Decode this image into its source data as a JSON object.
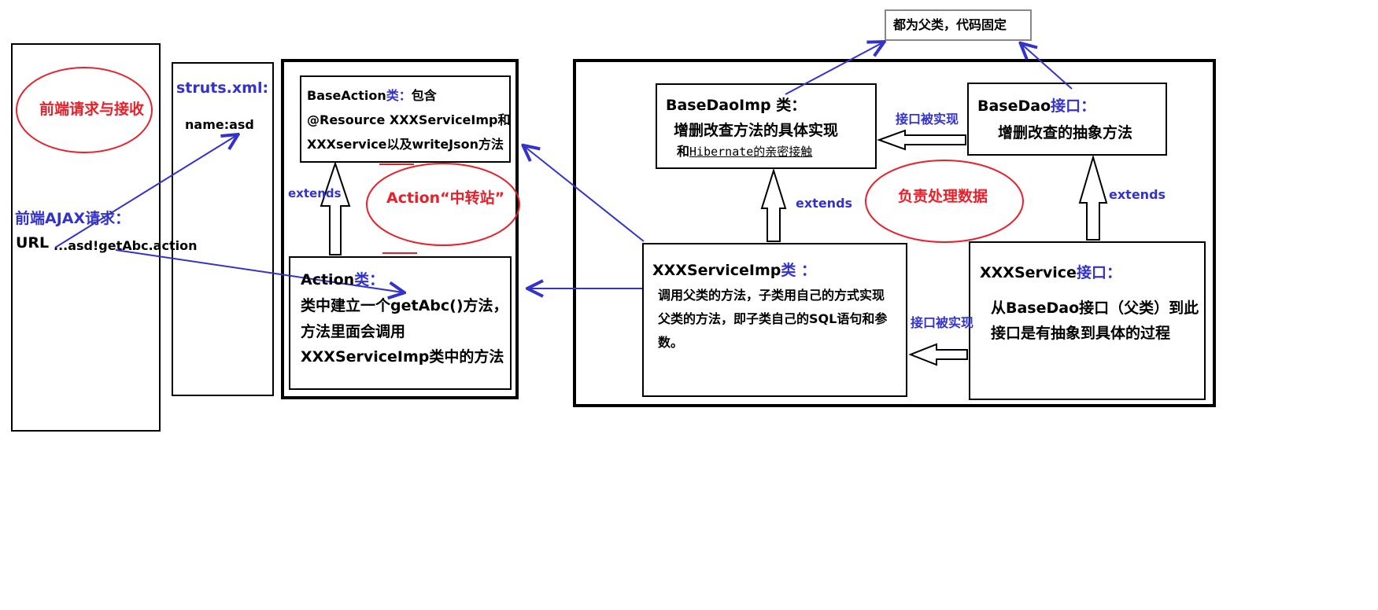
{
  "frontend": {
    "oval_label": "前端请求与接收",
    "ajax_label": "前端AJAX请求：",
    "url_label": "URL",
    "url_value": "...asd!getAbc.action"
  },
  "struts": {
    "title": "struts.xml:",
    "name_value": "name:asd"
  },
  "base_action": {
    "title": "BaseAction",
    "title_suffix": "类：",
    "title_rest": "包含",
    "line2": "@Resource XXXServiceImp和",
    "line3": "XXXservice以及writeJson方法"
  },
  "action_group": {
    "extends_label": "extends",
    "oval_label": "Action“中转站”"
  },
  "action": {
    "title": "Action",
    "title_suffix": "类：",
    "line1": "类中建立一个getAbc()方法，",
    "line2": "方法里面会调用",
    "line3": "XXXServiceImp类中的方法"
  },
  "parent_note": "都为父类，代码固定",
  "base_dao_imp": {
    "title": "BaseDaoImp 类：",
    "line1": "增删改查方法的具体实现",
    "line2_prefix": "和",
    "line2_mono": "Hibernate",
    "line2_suffix": "的亲密接触"
  },
  "base_dao": {
    "title": "BaseDao",
    "title_suffix": "接口：",
    "line1": "增删改查的抽象方法"
  },
  "service_imp": {
    "title": "XXXServiceImp",
    "title_suffix": "类 ：",
    "line1": "调用父类的方法，子类用自己的方式实现",
    "line2": "父类的方法，即子类自己的SQL语句和参",
    "line3": "数。"
  },
  "service": {
    "title": "XXXService",
    "title_suffix": "接口：",
    "line1": "从BaseDao接口（父类）到此",
    "line2": "接口是有抽象到具体的过程"
  },
  "data_group": {
    "implements_top": "接口被实现",
    "implements_bottom": "接口被实现",
    "extends_mid": "extends",
    "extends_right": "extends",
    "oval_label": "负责处理数据"
  },
  "colors": {
    "arrow_blue": "#3333cc",
    "oval_red": "#e8202a",
    "border": "#000000"
  }
}
